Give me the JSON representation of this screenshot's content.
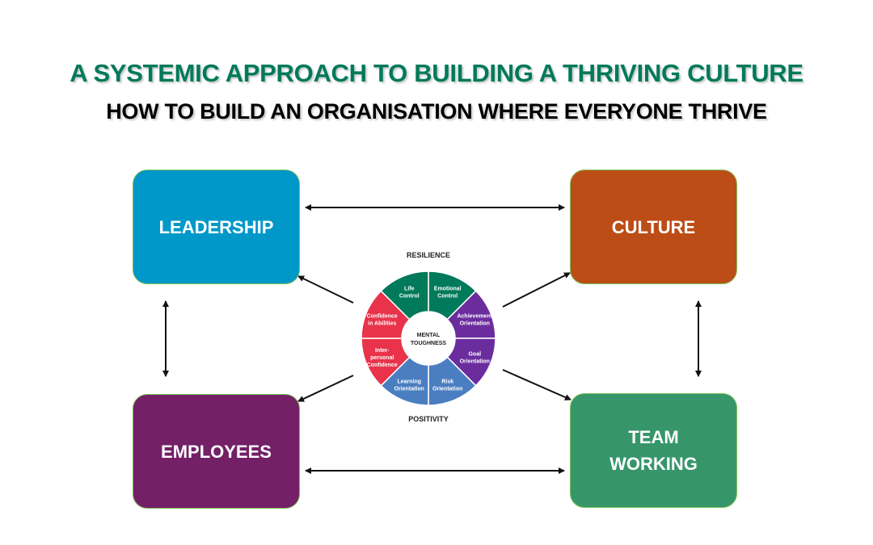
{
  "title": "A SYSTEMIC APPROACH TO BUILDING A THRIVING CULTURE",
  "subtitle": "HOW TO BUILD AN ORGANISATION WHERE EVERYONE THRIVE",
  "boxes": {
    "leadership": {
      "label": "LEADERSHIP",
      "color": "#0098c9"
    },
    "culture": {
      "label": "CULTURE",
      "color": "#bd4d16"
    },
    "employees": {
      "label": "EMPLOYEES",
      "color": "#732067"
    },
    "team_working": {
      "label": "TEAM WORKING",
      "color": "#36966a"
    }
  },
  "wheel": {
    "top_label": "RESILIENCE",
    "bottom_label": "POSITIVITY",
    "center": [
      "MENTAL",
      "TOUGHNESS"
    ],
    "segments": [
      {
        "lines": [
          "Emotional",
          "Control"
        ],
        "color": "#007a5a"
      },
      {
        "lines": [
          "Achievement",
          "Orientation"
        ],
        "color": "#6b2d9e"
      },
      {
        "lines": [
          "Goal",
          "Orientation"
        ],
        "color": "#6b2d9e"
      },
      {
        "lines": [
          "Risk",
          "Orientation"
        ],
        "color": "#4a7ec0"
      },
      {
        "lines": [
          "Learning",
          "Orientation"
        ],
        "color": "#4a7ec0"
      },
      {
        "lines": [
          "Inter-",
          "personal",
          "Confidence"
        ],
        "color": "#e8334a"
      },
      {
        "lines": [
          "Confidence",
          "in Abilities"
        ],
        "color": "#e8334a"
      },
      {
        "lines": [
          "Life",
          "Control"
        ],
        "color": "#007a5a"
      }
    ]
  }
}
